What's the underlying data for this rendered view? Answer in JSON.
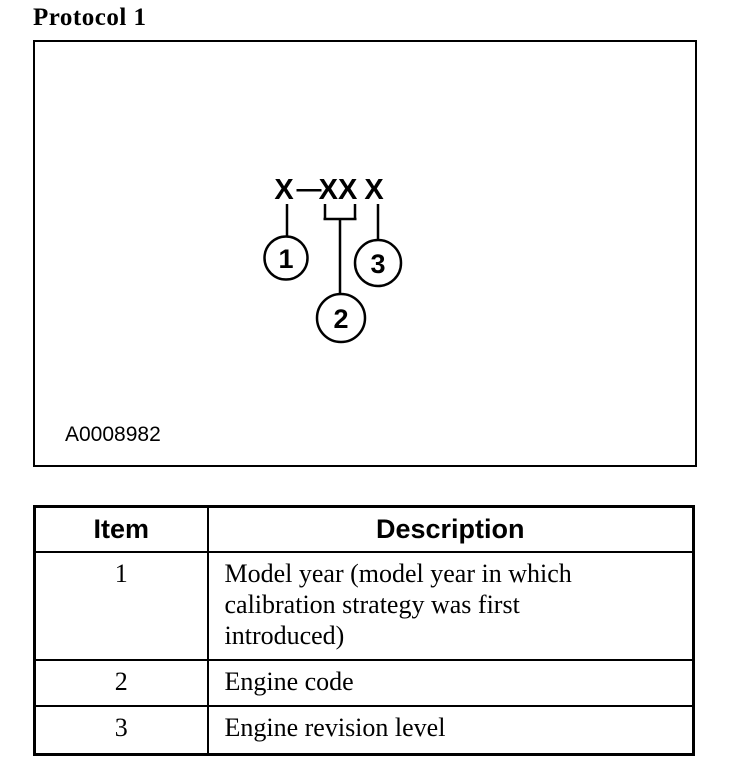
{
  "page": {
    "title": "Protocol 1"
  },
  "colors": {
    "ink": "#000000",
    "background": "#ffffff"
  },
  "figure": {
    "id_label": "A0008982",
    "code_parts": {
      "model_year": "X",
      "separator": "—",
      "engine_code": "XX",
      "revision": "X"
    },
    "callouts": [
      "1",
      "2",
      "3"
    ]
  },
  "table": {
    "headers": {
      "item": "Item",
      "description": "Description"
    },
    "rows": [
      {
        "item": "1",
        "description": "Model year (model year in which calibration strategy was first introduced)"
      },
      {
        "item": "2",
        "description": "Engine code"
      },
      {
        "item": "3",
        "description": "Engine revision level"
      }
    ]
  }
}
